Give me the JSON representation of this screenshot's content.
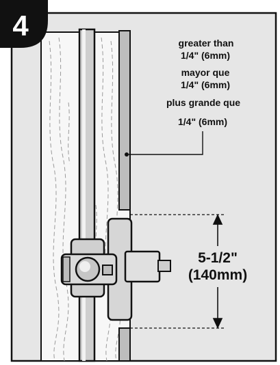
{
  "step_number": "4",
  "clearance_label": {
    "lines": [
      "greater than",
      "1/4\" (6mm)",
      "mayor que",
      "1/4\" (6mm)",
      "plus grande que",
      "1/4\" (6mm)"
    ]
  },
  "height_label": {
    "lines": [
      "5-1/2\"",
      "(140mm)"
    ]
  },
  "colors": {
    "wall": "#e6e6e6",
    "wood": "#f7f7f7",
    "trim": "#bdbdbd",
    "pipe": "#cfcfcf",
    "valve_dark": "#b0b0b0",
    "outline": "#111111",
    "badge": "#111111"
  },
  "icons": [
    "step-badge",
    "pipe",
    "valve",
    "trim-board",
    "dimension-arrow",
    "leader-line"
  ]
}
